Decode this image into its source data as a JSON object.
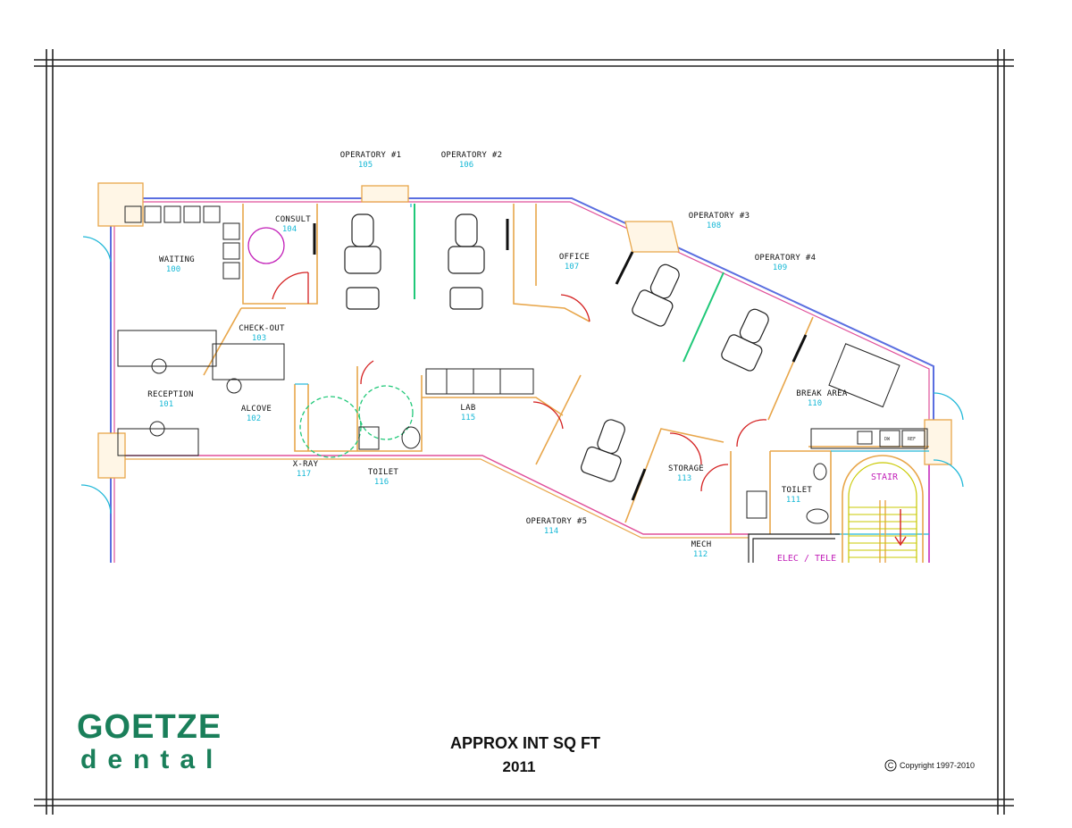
{
  "colors": {
    "wall_orange": "#e8a64a",
    "wall_blue": "#5a6ee0",
    "wall_pink": "#e0509a",
    "wall_cyan": "#22b8d8",
    "wall_green": "#1fc878",
    "door_red": "#d42020",
    "magenta": "#c21fb8",
    "room_number": "#16b8d6",
    "logo_green": "#1a7f5a"
  },
  "rooms": [
    {
      "name": "OPERATORY #1",
      "number": "105"
    },
    {
      "name": "OPERATORY #2",
      "number": "106"
    },
    {
      "name": "OPERATORY #3",
      "number": "108"
    },
    {
      "name": "OPERATORY #4",
      "number": "109"
    },
    {
      "name": "CONSULT",
      "number": "104"
    },
    {
      "name": "WAITING",
      "number": "100"
    },
    {
      "name": "OFFICE",
      "number": "107"
    },
    {
      "name": "CHECK-OUT",
      "number": "103"
    },
    {
      "name": "RECEPTION",
      "number": "101"
    },
    {
      "name": "ALCOVE",
      "number": "102"
    },
    {
      "name": "LAB",
      "number": "115"
    },
    {
      "name": "BREAK AREA",
      "number": "110"
    },
    {
      "name": "X-RAY",
      "number": "117"
    },
    {
      "name": "TOILET",
      "number": "116"
    },
    {
      "name": "STORAGE",
      "number": "113"
    },
    {
      "name": "TOILET",
      "number": "111"
    },
    {
      "name": "OPERATORY #5",
      "number": "114"
    },
    {
      "name": "MECH",
      "number": "112"
    }
  ],
  "stair_label": "STAIR",
  "elec_label": "ELEC / TELE",
  "fixture_labels": {
    "dishwasher": "DW",
    "refrigerator": "REF"
  },
  "logo": {
    "line1": "GOETZE",
    "line2": "dental"
  },
  "sqft": {
    "label": "APPROX INT SQ FT",
    "value": "2011"
  },
  "copyright": {
    "symbol": "C",
    "text": "Copyright 1997-2010"
  }
}
